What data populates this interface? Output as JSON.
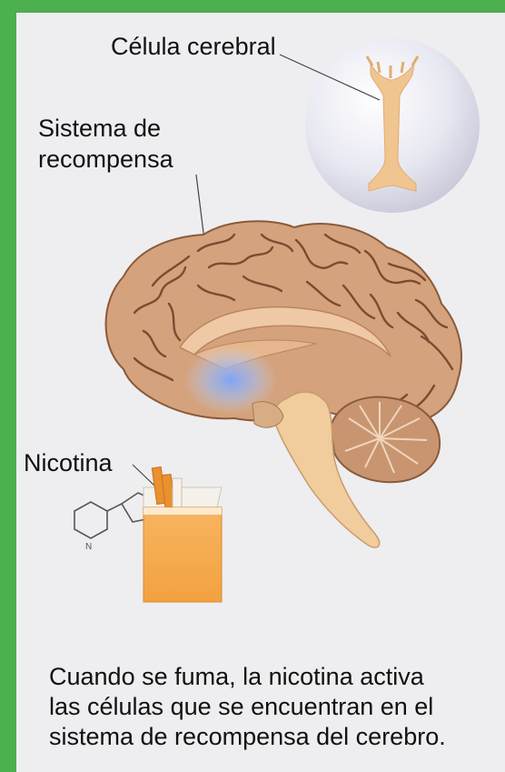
{
  "labels": {
    "brain_cell": "Célula cerebral",
    "reward_system": "Sistema de\nrecompensa",
    "nicotine": "Nicotina"
  },
  "caption": "Cuando se fuma, la nicotina activa\nlas células que se encuentran en el\nsistema de recompensa del cerebro.",
  "colors": {
    "frame": "#4caf50",
    "background": "#eeeef0",
    "brain": "#d4a27c",
    "brain_folds": "#7a4c31",
    "cell": "#f0c590",
    "reward_glow": "#8fb4ff",
    "cigarette_pack": "#f5a94a",
    "filter": "#e9902f"
  },
  "icons": [
    "brain-illustration",
    "brain-cell-magnifier",
    "cigarette-pack-icon",
    "nicotine-molecule-icon"
  ]
}
